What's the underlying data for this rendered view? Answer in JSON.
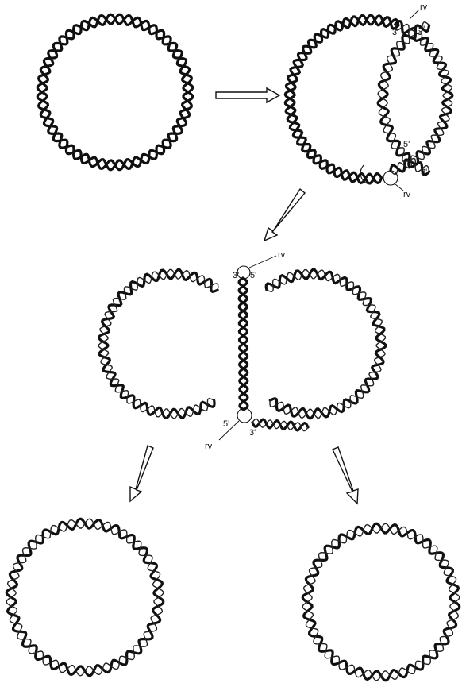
{
  "labels": {
    "rv": "rv",
    "five_prime": "5'",
    "three_prime": "3'"
  },
  "colors": {
    "ink": "#111111",
    "background": "#ffffff"
  }
}
